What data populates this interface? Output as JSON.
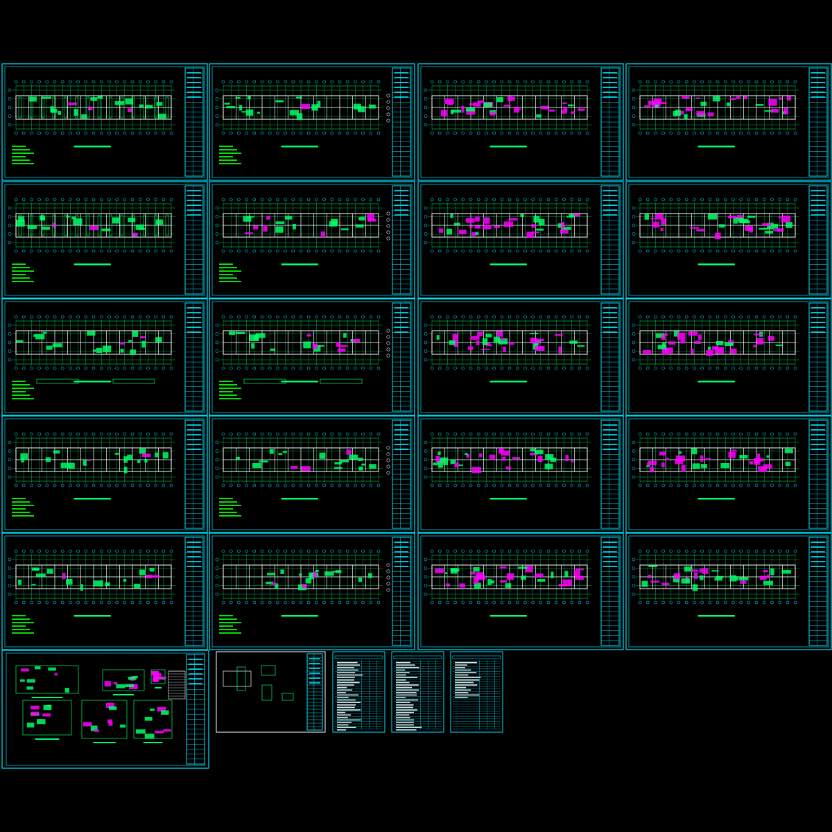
{
  "viewer": {
    "title": "",
    "background": "#000000"
  },
  "colors": {
    "frame": "#00e5ff",
    "grid": "#00ff66",
    "rebar": "#ff00ff",
    "text": "#00ff66",
    "axis_bubble": "#00e5ff",
    "wall": "#ffffff",
    "note": "#00ff00"
  },
  "sheet_set": {
    "plan_rows": 5,
    "plan_cols": 4,
    "sheet_types": [
      "foundation-plan",
      "column-plan",
      "slab-rebar-plan",
      "slab-rebar-plan-alt",
      "foundation-plan",
      "column-plan",
      "slab-rebar-plan",
      "slab-rebar-plan-alt",
      "beam-plan",
      "beam-plan-alt",
      "slab-rebar-plan",
      "slab-rebar-plan-alt",
      "beam-plan",
      "beam-plan-alt",
      "slab-rebar-plan",
      "slab-rebar-plan-alt",
      "beam-plan",
      "beam-plan-alt",
      "slab-rebar-plan",
      "slab-rebar-plan-alt"
    ],
    "bottom_sheets": [
      "stair-details",
      "node-details",
      "drawing-index-1",
      "drawing-index-2",
      "drawing-index-3"
    ]
  },
  "icons": {
    "title_block": "title-block-icon",
    "axis_bubble": "axis-bubble-icon"
  }
}
